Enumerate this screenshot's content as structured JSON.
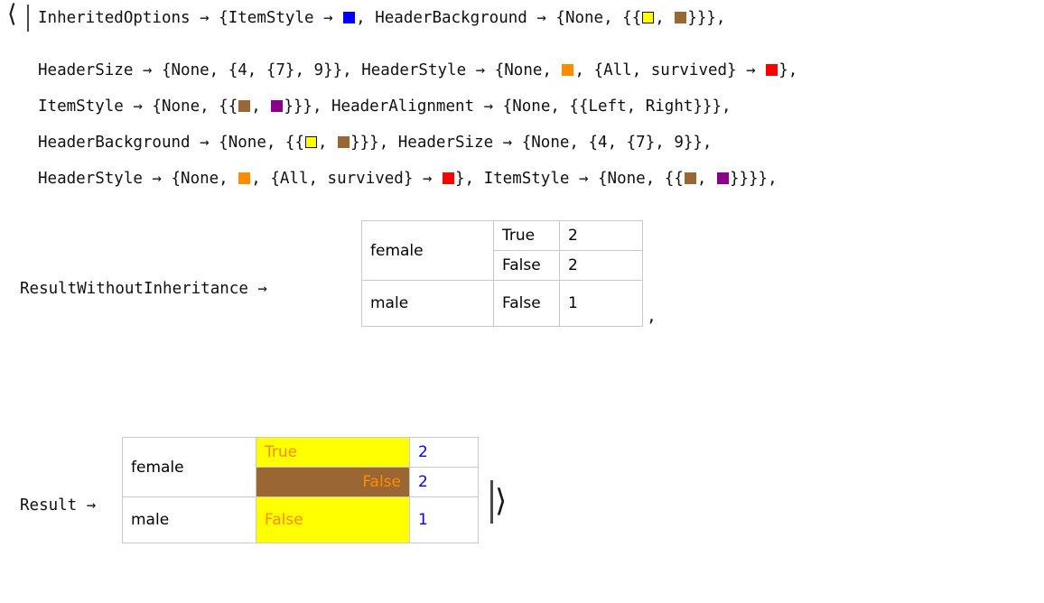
{
  "notation": {
    "assoc_open": "⟨",
    "assoc_close": "⟩",
    "arrow": "→",
    "trailing_comma": ","
  },
  "colors": {
    "blue": "#0000ff",
    "yellow": "#ffff00",
    "brown": "#9a6633",
    "orange": "#ff8c00",
    "red": "#ff0000",
    "purple": "#8b008b",
    "header_gray": "#f0f0f0",
    "cell_border": "#c9c9c9",
    "text": "#111111"
  },
  "code": {
    "line1": {
      "part_a": "InheritedOptions → {ItemStyle → ",
      "swatch_1": "blue-swatch",
      "part_b": ", HeaderBackground → {None, {{",
      "swatch_2": "yellow-swatch",
      "part_c": ", ",
      "swatch_3": "brown-swatch",
      "part_d": "}}},"
    },
    "line2": {
      "part_a": "HeaderSize → {None, {4, {7}, 9}}, HeaderStyle → {None, ",
      "swatch_1": "orange-swatch",
      "part_b": ", {All, survived} → ",
      "swatch_2": "red-swatch",
      "part_c": "},"
    },
    "line3": {
      "part_a": "ItemStyle → {None, {{",
      "swatch_1": "brown-swatch",
      "part_b": ", ",
      "swatch_2": "purple-swatch",
      "part_c": "}}}, HeaderAlignment → {None, {{Left, Right}}},"
    },
    "line4": {
      "part_a": "HeaderBackground → {None, {{",
      "swatch_1": "yellow-swatch",
      "part_b": ", ",
      "swatch_2": "brown-swatch",
      "part_c": "}}}, HeaderSize → {None, {4, {7}, 9}},"
    },
    "line5": {
      "part_a": "HeaderStyle → {None, ",
      "swatch_1": "orange-swatch",
      "part_b": ", {All, survived} → ",
      "swatch_2": "red-swatch",
      "part_c": "}, ItemStyle → {None, {{",
      "swatch_3": "brown-swatch",
      "part_d": ", ",
      "swatch_4": "purple-swatch",
      "part_e": "}}}},"
    }
  },
  "result_without_inheritance": {
    "label": "ResultWithoutInheritance →",
    "trailing_comma": ",",
    "rows": [
      {
        "group": "female",
        "flag": "True",
        "count": "2"
      },
      {
        "group": "",
        "flag": "False",
        "count": "2"
      },
      {
        "group": "male",
        "flag": "False",
        "count": "1"
      }
    ]
  },
  "result": {
    "label": "Result →",
    "rows": [
      {
        "group": "female",
        "flag": "True",
        "count": "2"
      },
      {
        "group": "",
        "flag": "False",
        "count": "2"
      },
      {
        "group": "male",
        "flag": "False",
        "count": "1"
      }
    ]
  }
}
